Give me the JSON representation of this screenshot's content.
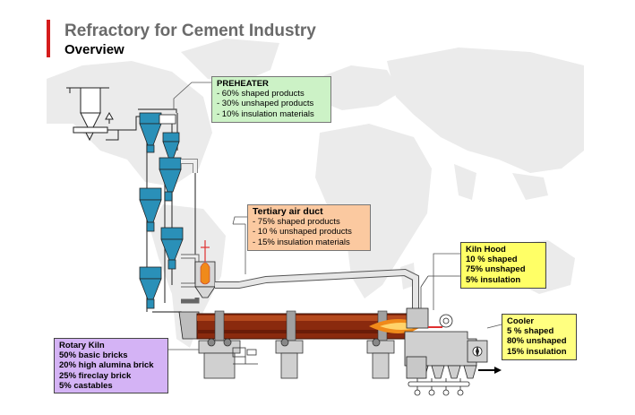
{
  "slide": {
    "title": "Refractory for Cement Industry",
    "subtitle": "Overview",
    "accent_color": "#d51c1c"
  },
  "preheater": {
    "title": "PREHEATER",
    "lines": [
      "- 60% shaped products",
      "- 30% unshaped products",
      "- 10% insulation materials"
    ],
    "color": "#ccf2c6"
  },
  "tertiary_air_duct": {
    "title": "Tertiary air duct",
    "lines": [
      "- 75% shaped products",
      "- 10 % unshaped products",
      "- 15% insulation materials"
    ],
    "color": "#fbc9a0"
  },
  "kiln_hood": {
    "title": "Kiln Hood",
    "lines": [
      "10 % shaped",
      "75% unshaped",
      "5% insulation"
    ],
    "color": "#ffff66"
  },
  "cooler": {
    "title": "Cooler",
    "lines": [
      "5 % shaped",
      "80% unshaped",
      "15% insulation"
    ],
    "color": "#ffff80"
  },
  "rotary_kiln": {
    "title": "Rotary Kiln",
    "lines": [
      "50% basic bricks",
      "20% high alumina brick",
      "25% fireclay brick",
      "5% castables"
    ],
    "color": "#d4b3f5"
  },
  "equipment_colors": {
    "cyclone": "#2a90b8",
    "kiln_shell": "#8a2a0e",
    "flame": "#f08a1a",
    "duct": "#e6e6e6"
  }
}
